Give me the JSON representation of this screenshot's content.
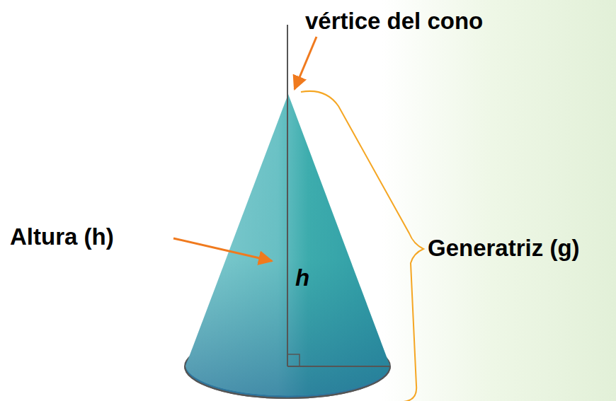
{
  "diagram": {
    "labels": [
      "vértice del cono",
      "Altura (h)",
      "h",
      "Generatriz (g)"
    ]
  }
}
